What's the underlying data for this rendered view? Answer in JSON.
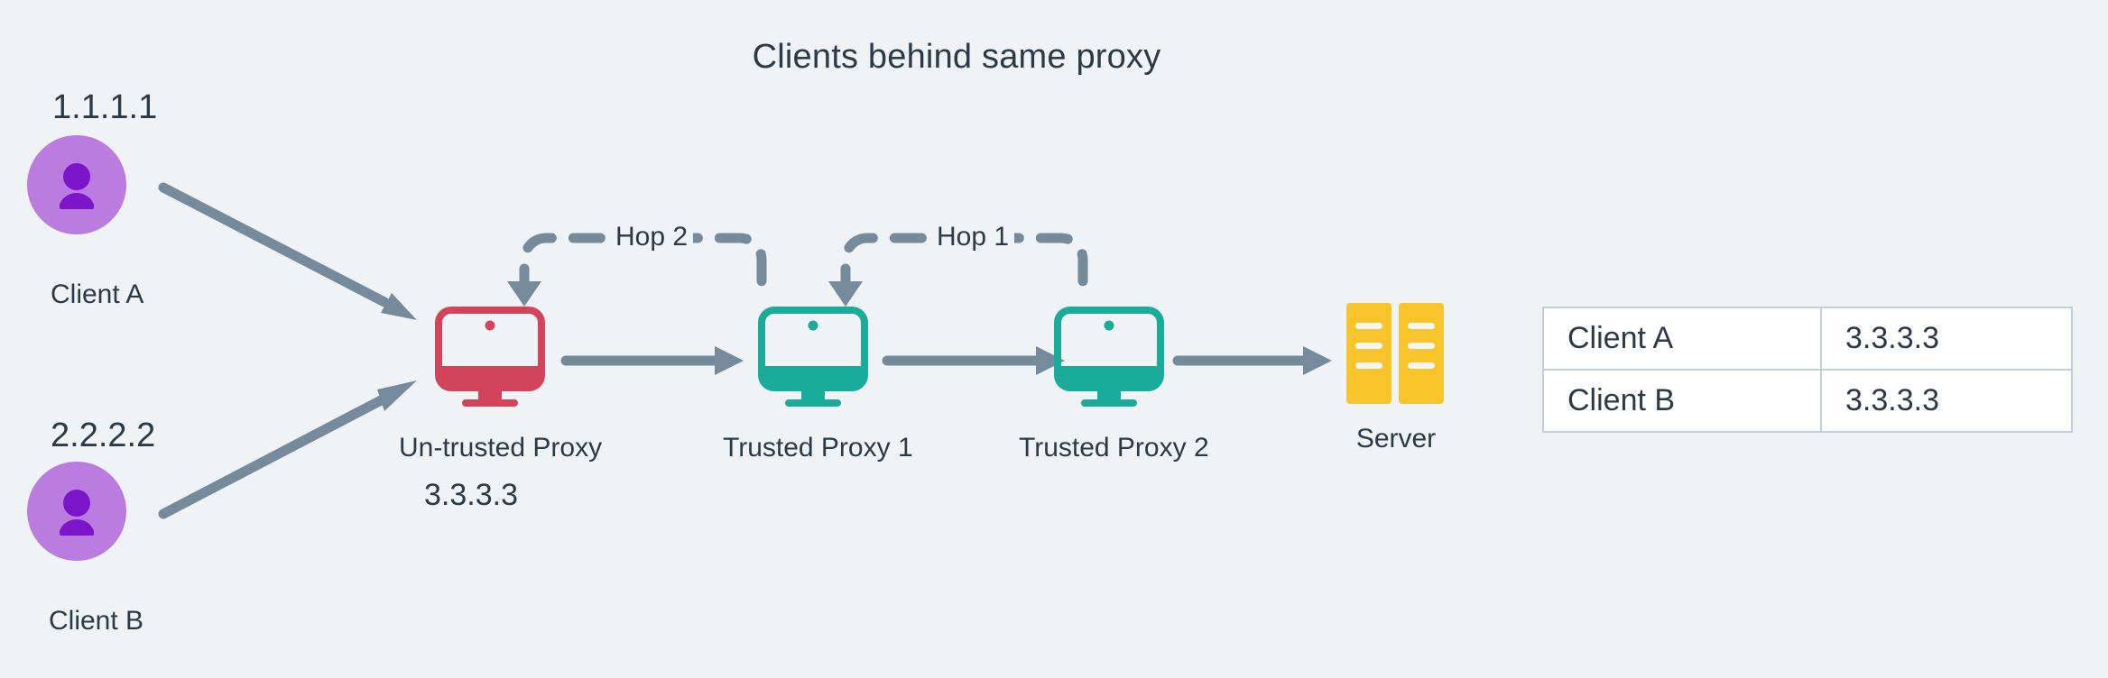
{
  "title": "Clients behind same proxy",
  "colors": {
    "background": "#eff3f5",
    "text": "#2b3a47",
    "arrow": "#758b9c",
    "untrusted": "#d24459",
    "trusted": "#1aab9b",
    "server": "#f7c52b",
    "avatar_circle": "#bb7ce0",
    "avatar_person": "#7b16c8",
    "table_border": "#c3cedb",
    "table_cell_bg": "#ffffff"
  },
  "clients": [
    {
      "ip": "1.1.1.1",
      "name": "Client A",
      "icon": "person-icon"
    },
    {
      "ip": "2.2.2.2",
      "name": "Client B",
      "icon": "person-icon"
    }
  ],
  "nodes": [
    {
      "label": "Un-trusted Proxy",
      "sublabel": "3.3.3.3",
      "icon": "monitor-icon",
      "kind": "untrusted"
    },
    {
      "label": "Trusted Proxy 1",
      "sublabel": "",
      "icon": "monitor-icon",
      "kind": "trusted"
    },
    {
      "label": "Trusted Proxy 2",
      "sublabel": "",
      "icon": "monitor-icon",
      "kind": "trusted"
    },
    {
      "label": "Server",
      "sublabel": "",
      "icon": "server-icon",
      "kind": "server"
    }
  ],
  "hops": [
    {
      "label": "Hop 2"
    },
    {
      "label": "Hop 1"
    }
  ],
  "table": {
    "rows": [
      {
        "client": "Client A",
        "ip": "3.3.3.3"
      },
      {
        "client": "Client B",
        "ip": "3.3.3.3"
      }
    ]
  }
}
